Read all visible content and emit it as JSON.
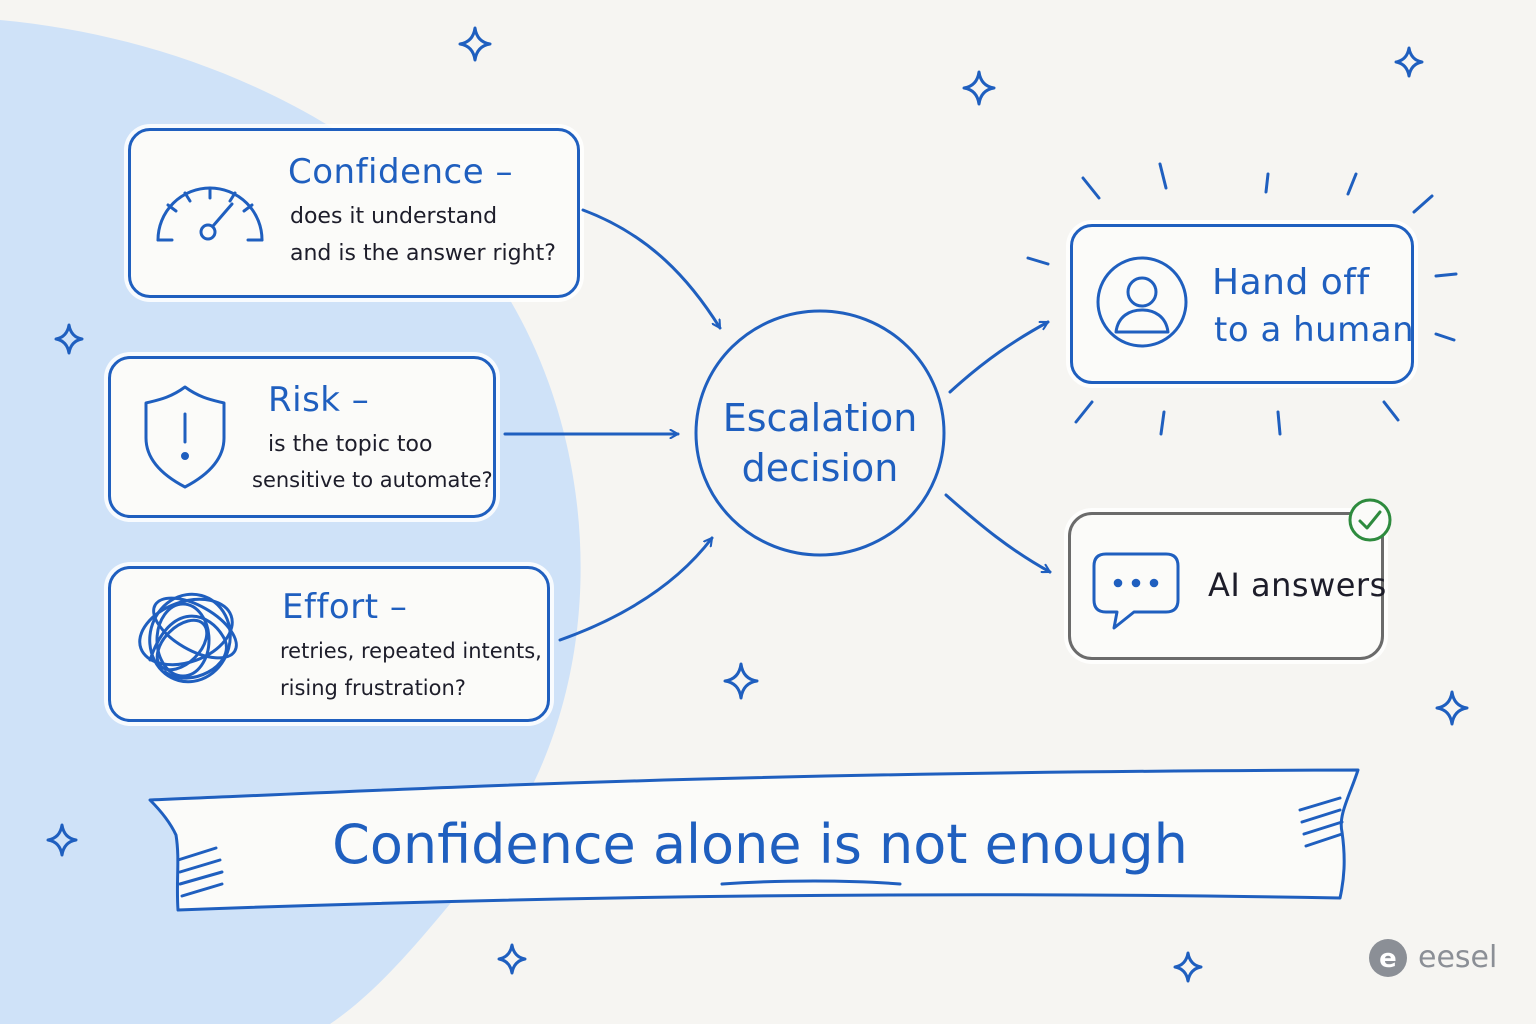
{
  "colors": {
    "ink": "#1f5fbf",
    "background": "#f6f5f2",
    "blob": "#cfe2f8",
    "gray_border": "#6b6b6b",
    "check_green": "#2e8b3e",
    "brand_gray": "#8b8f96"
  },
  "factors": [
    {
      "title": "Confidence –",
      "lines": [
        "does it understand",
        "and is the answer right?"
      ],
      "icon": "gauge-icon"
    },
    {
      "title": "Risk –",
      "lines": [
        "is the topic too",
        "sensitive to automate?"
      ],
      "icon": "shield-alert-icon"
    },
    {
      "title": "Effort –",
      "lines": [
        "retries, repeated intents,",
        "rising frustration?"
      ],
      "icon": "scribble-icon"
    }
  ],
  "decision": {
    "lines": [
      "Escalation",
      "decision"
    ]
  },
  "outcomes": [
    {
      "lines": [
        "Hand off",
        "to a human"
      ],
      "icon": "person-icon"
    },
    {
      "label": "AI answers",
      "icon": "chat-bubble-icon",
      "badge_icon": "check-circle-icon"
    }
  ],
  "banner": {
    "text_before": "Confidence ",
    "emphasis": "alone",
    "text_after": " is not enough"
  },
  "brand": {
    "logo_letter": "e",
    "name": "eesel"
  }
}
